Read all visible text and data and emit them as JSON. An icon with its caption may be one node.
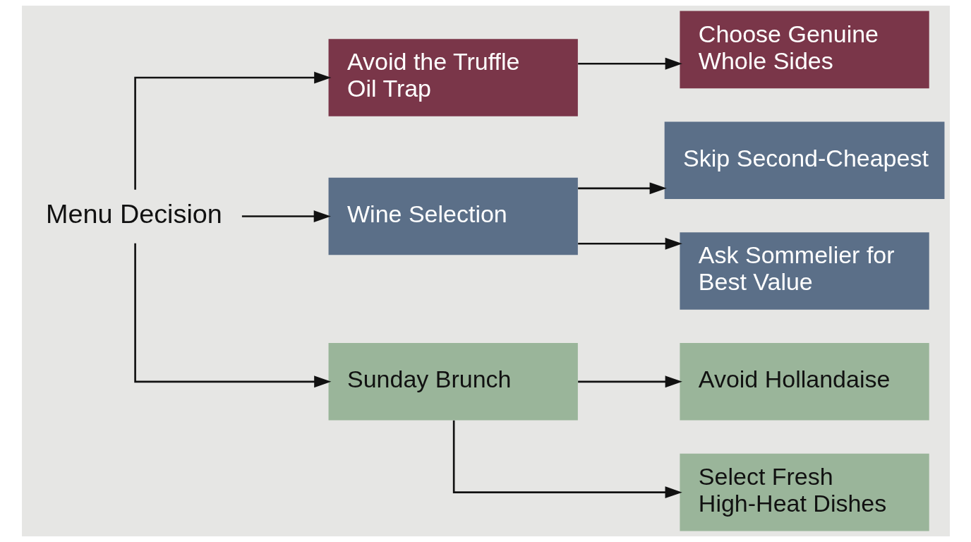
{
  "diagram": {
    "nodes": [
      {
        "text": [
          "Menu Decision"
        ]
      },
      {
        "text": [
          "Avoid the Truffle Oil Trap"
        ]
      },
      {
        "text": [
          "Choose Genuine Whole Sides"
        ]
      },
      {
        "text": [
          "Wine Selection"
        ]
      },
      {
        "text": [
          "Skip Second-Cheapest"
        ]
      },
      {
        "text": [
          "Ask Sommelier for Best Value"
        ]
      },
      {
        "text": [
          "Sunday Brunch"
        ]
      },
      {
        "text": [
          "Avoid Hollandaise"
        ]
      },
      {
        "text": [
          "Select Fresh High-Heat Dishes"
        ]
      }
    ],
    "edges": [
      {
        "from": 0,
        "to": 1,
        "arrow": "to"
      },
      {
        "from": 0,
        "to": 3,
        "arrow": "to"
      },
      {
        "from": 0,
        "to": 6,
        "arrow": "to"
      },
      {
        "from": 1,
        "to": 2,
        "arrow": "to"
      },
      {
        "from": 3,
        "to": 4,
        "arrow": "to"
      },
      {
        "from": 3,
        "to": 5,
        "arrow": "to"
      },
      {
        "from": 6,
        "to": 7,
        "arrow": "to"
      },
      {
        "from": 6,
        "to": 8,
        "arrow": "to"
      }
    ]
  }
}
